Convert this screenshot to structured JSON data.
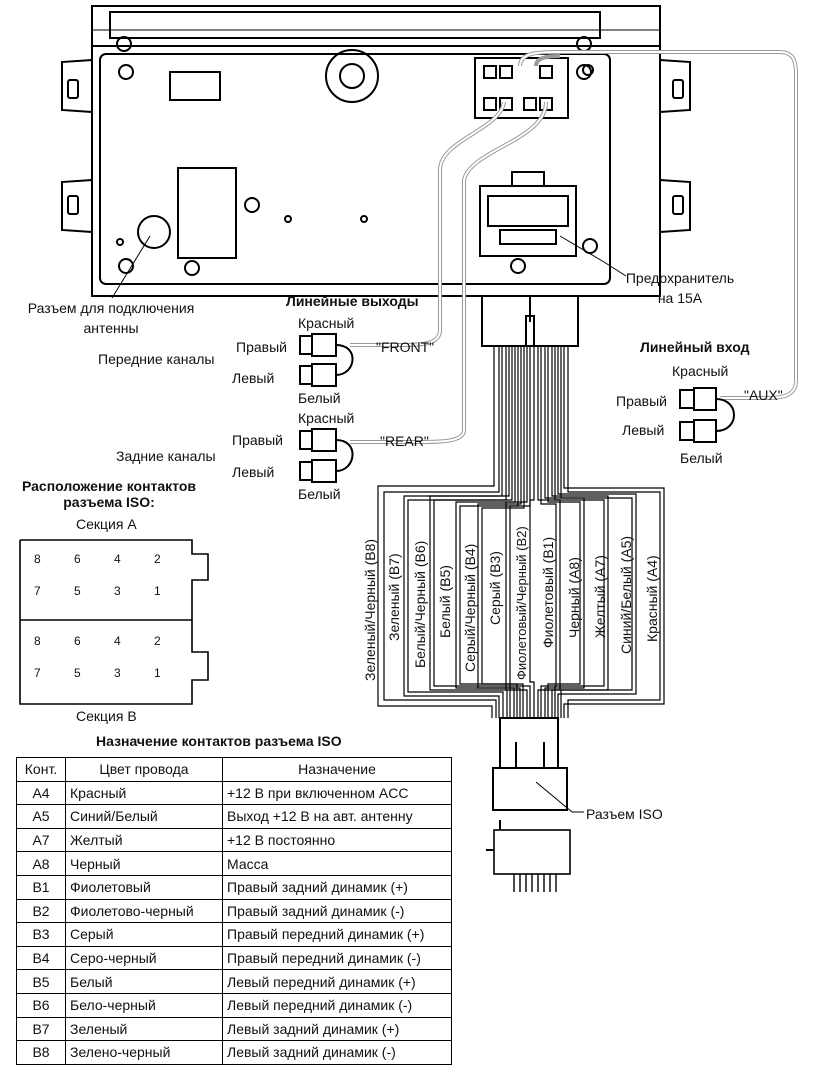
{
  "labels": {
    "antenna": "Разъем для подключения антенны",
    "antenna_line1": "Разъем для подключения",
    "antenna_line2": "антенны",
    "fuse_line1": "Предохранитель",
    "fuse_line2": "на 15А",
    "line_out_title": "Линейные выходы",
    "front_channels": "Передние каналы",
    "rear_channels": "Задние каналы",
    "front_tag": "\"FRONT\"",
    "rear_tag": "\"REAR\"",
    "aux_tag": "\"AUX\"",
    "line_in_title": "Линейный вход",
    "right": "Правый",
    "left": "Левый",
    "red": "Красный",
    "white": "Белый",
    "iso_layout_title_1": "Расположение контактов",
    "iso_layout_title_2": "разъема ISO:",
    "section_a": "Секция A",
    "section_b": "Секция B",
    "iso_connector": "Разъем ISO",
    "table_title": "Назначение контактов разъема ISO"
  },
  "pin_numbers_top": [
    "8",
    "6",
    "4",
    "2"
  ],
  "pin_numbers_bottom": [
    "7",
    "5",
    "3",
    "1"
  ],
  "wires": [
    "Зеленый/Черный (B8)",
    "Зеленый (B7)",
    "Белый/Черный (B6)",
    "Белый (B5)",
    "Серый/Черный (B4)",
    "Серый (B3)",
    "Фиолетовый/Черный (B2)",
    "Фиолетовый (B1)",
    "Черный (A8)",
    "Желтый (A7)",
    "Синий/Белый (A5)",
    "Красный (A4)"
  ],
  "table": {
    "headers": [
      "Конт.",
      "Цвет провода",
      "Назначение"
    ],
    "rows": [
      [
        "A4",
        "Красный",
        "+12 В при включенном ACC"
      ],
      [
        "A5",
        "Синий/Белый",
        "Выход +12 В на авт. антенну"
      ],
      [
        "A7",
        "Желтый",
        "+12 В постоянно"
      ],
      [
        "A8",
        "Черный",
        "Масса"
      ],
      [
        "B1",
        "Фиолетовый",
        "Правый задний динамик (+)"
      ],
      [
        "B2",
        "Фиолетово-черный",
        "Правый задний динамик (-)"
      ],
      [
        "B3",
        "Серый",
        "Правый передний динамик (+)"
      ],
      [
        "B4",
        "Серо-черный",
        "Правый передний динамик (-)"
      ],
      [
        "B5",
        "Белый",
        "Левый передний динамик (+)"
      ],
      [
        "B6",
        "Бело-черный",
        "Левый передний динамик (-)"
      ],
      [
        "B7",
        "Зеленый",
        "Левый задний динамик (+)"
      ],
      [
        "B8",
        "Зелено-черный",
        "Левый задний динамик (-)"
      ]
    ]
  },
  "colors": {
    "line": "#000000",
    "wire": "#9a9a9a",
    "background": "#ffffff"
  }
}
